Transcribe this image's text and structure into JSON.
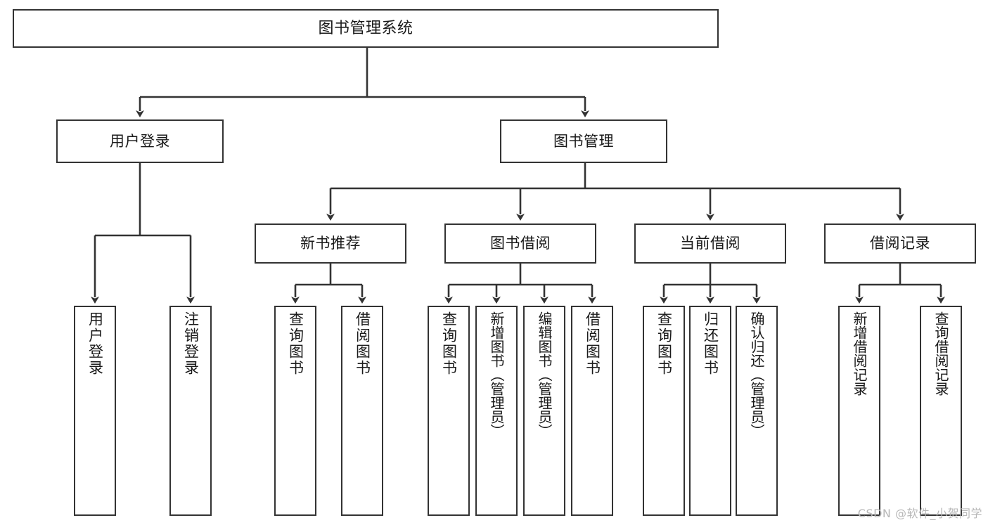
{
  "diagram": {
    "title": "图书管理系统",
    "type": "tree-hierarchy",
    "watermark": "CSDN @软件_小贺同学",
    "colors": {
      "stroke": "#333333",
      "fill": "#ffffff",
      "text": "#1a1a1a",
      "watermark": "#b8b8b8"
    },
    "root": {
      "label": "图书管理系统"
    },
    "level2": [
      {
        "label": "用户登录"
      },
      {
        "label": "图书管理"
      }
    ],
    "level3": [
      {
        "label": "新书推荐"
      },
      {
        "label": "图书借阅"
      },
      {
        "label": "当前借阅"
      },
      {
        "label": "借阅记录"
      }
    ],
    "leaves": {
      "user_login": [
        {
          "label": "用户登录"
        },
        {
          "label": "注销登录"
        }
      ],
      "new_book_recommend": [
        {
          "label": "查询图书"
        },
        {
          "label": "借阅图书"
        }
      ],
      "book_borrow": [
        {
          "label": "查询图书"
        },
        {
          "label": "新增图书（管理员）"
        },
        {
          "label": "编辑图书（管理员）"
        },
        {
          "label": "借阅图书"
        }
      ],
      "current_borrow": [
        {
          "label": "查询图书"
        },
        {
          "label": "归还图书"
        },
        {
          "label": "确认归还（管理员）"
        }
      ],
      "borrow_record": [
        {
          "label": "新增借阅记录"
        },
        {
          "label": "查询借阅记录"
        }
      ]
    }
  }
}
